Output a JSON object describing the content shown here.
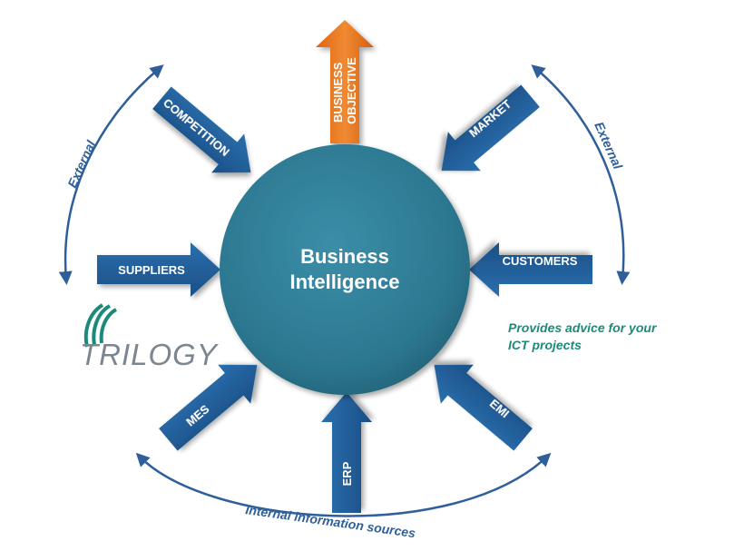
{
  "center": {
    "line1": "Business",
    "line2": "Intelligence"
  },
  "output_arrow": {
    "line1": "BUSINESS",
    "line2": "OBJECTIVE",
    "color": "#e5731c"
  },
  "input_arrows": {
    "competition": "COMPETITION",
    "market": "MARKET",
    "suppliers": "SUPPLIERS",
    "customers": "CUSTOMERS",
    "mes": "MES",
    "erp": "ERP",
    "emi": "EMI"
  },
  "curves": {
    "external_left": "External",
    "external_right": "External",
    "internal": "Internal information sources"
  },
  "logo": {
    "text": "TRILOGY"
  },
  "tagline": {
    "line1": "Provides advice for your",
    "line2": "ICT projects"
  },
  "colors": {
    "arrow_blue": "#1f5a96",
    "circle": "#2e7c95",
    "curve": "#2f5f9a",
    "accent_teal": "#1c8a7a"
  }
}
